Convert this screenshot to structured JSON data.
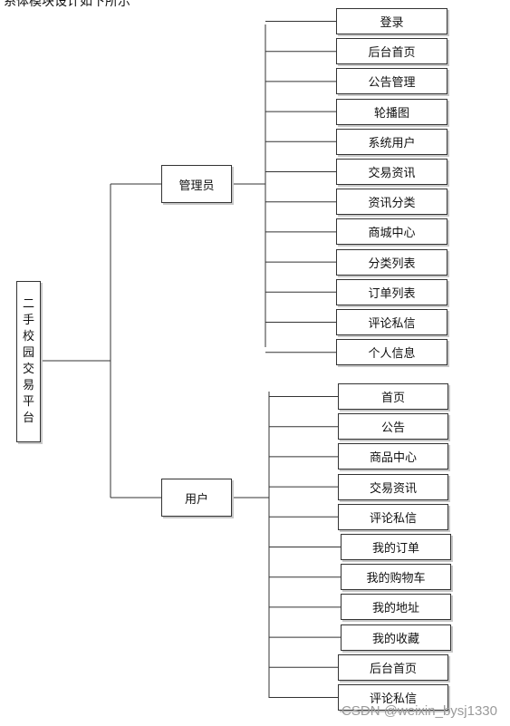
{
  "header_fragment": "系体模块设计如下所示",
  "root": {
    "label": "二手校园交易平台"
  },
  "branches": [
    {
      "label": "管理员",
      "items": [
        "登录",
        "后台首页",
        "公告管理",
        "轮播图",
        "系统用户",
        "交易资讯",
        "资讯分类",
        "商城中心",
        "分类列表",
        "订单列表",
        "评论私信",
        "个人信息"
      ]
    },
    {
      "label": "用户",
      "items": [
        "首页",
        "公告",
        "商品中心",
        "交易资讯",
        "评论私信",
        "我的订单",
        "我的购物车",
        "我的地址",
        "我的收藏",
        "后台首页",
        "评论私信"
      ]
    }
  ],
  "watermark": "CSDN @weixin_bysj1330"
}
